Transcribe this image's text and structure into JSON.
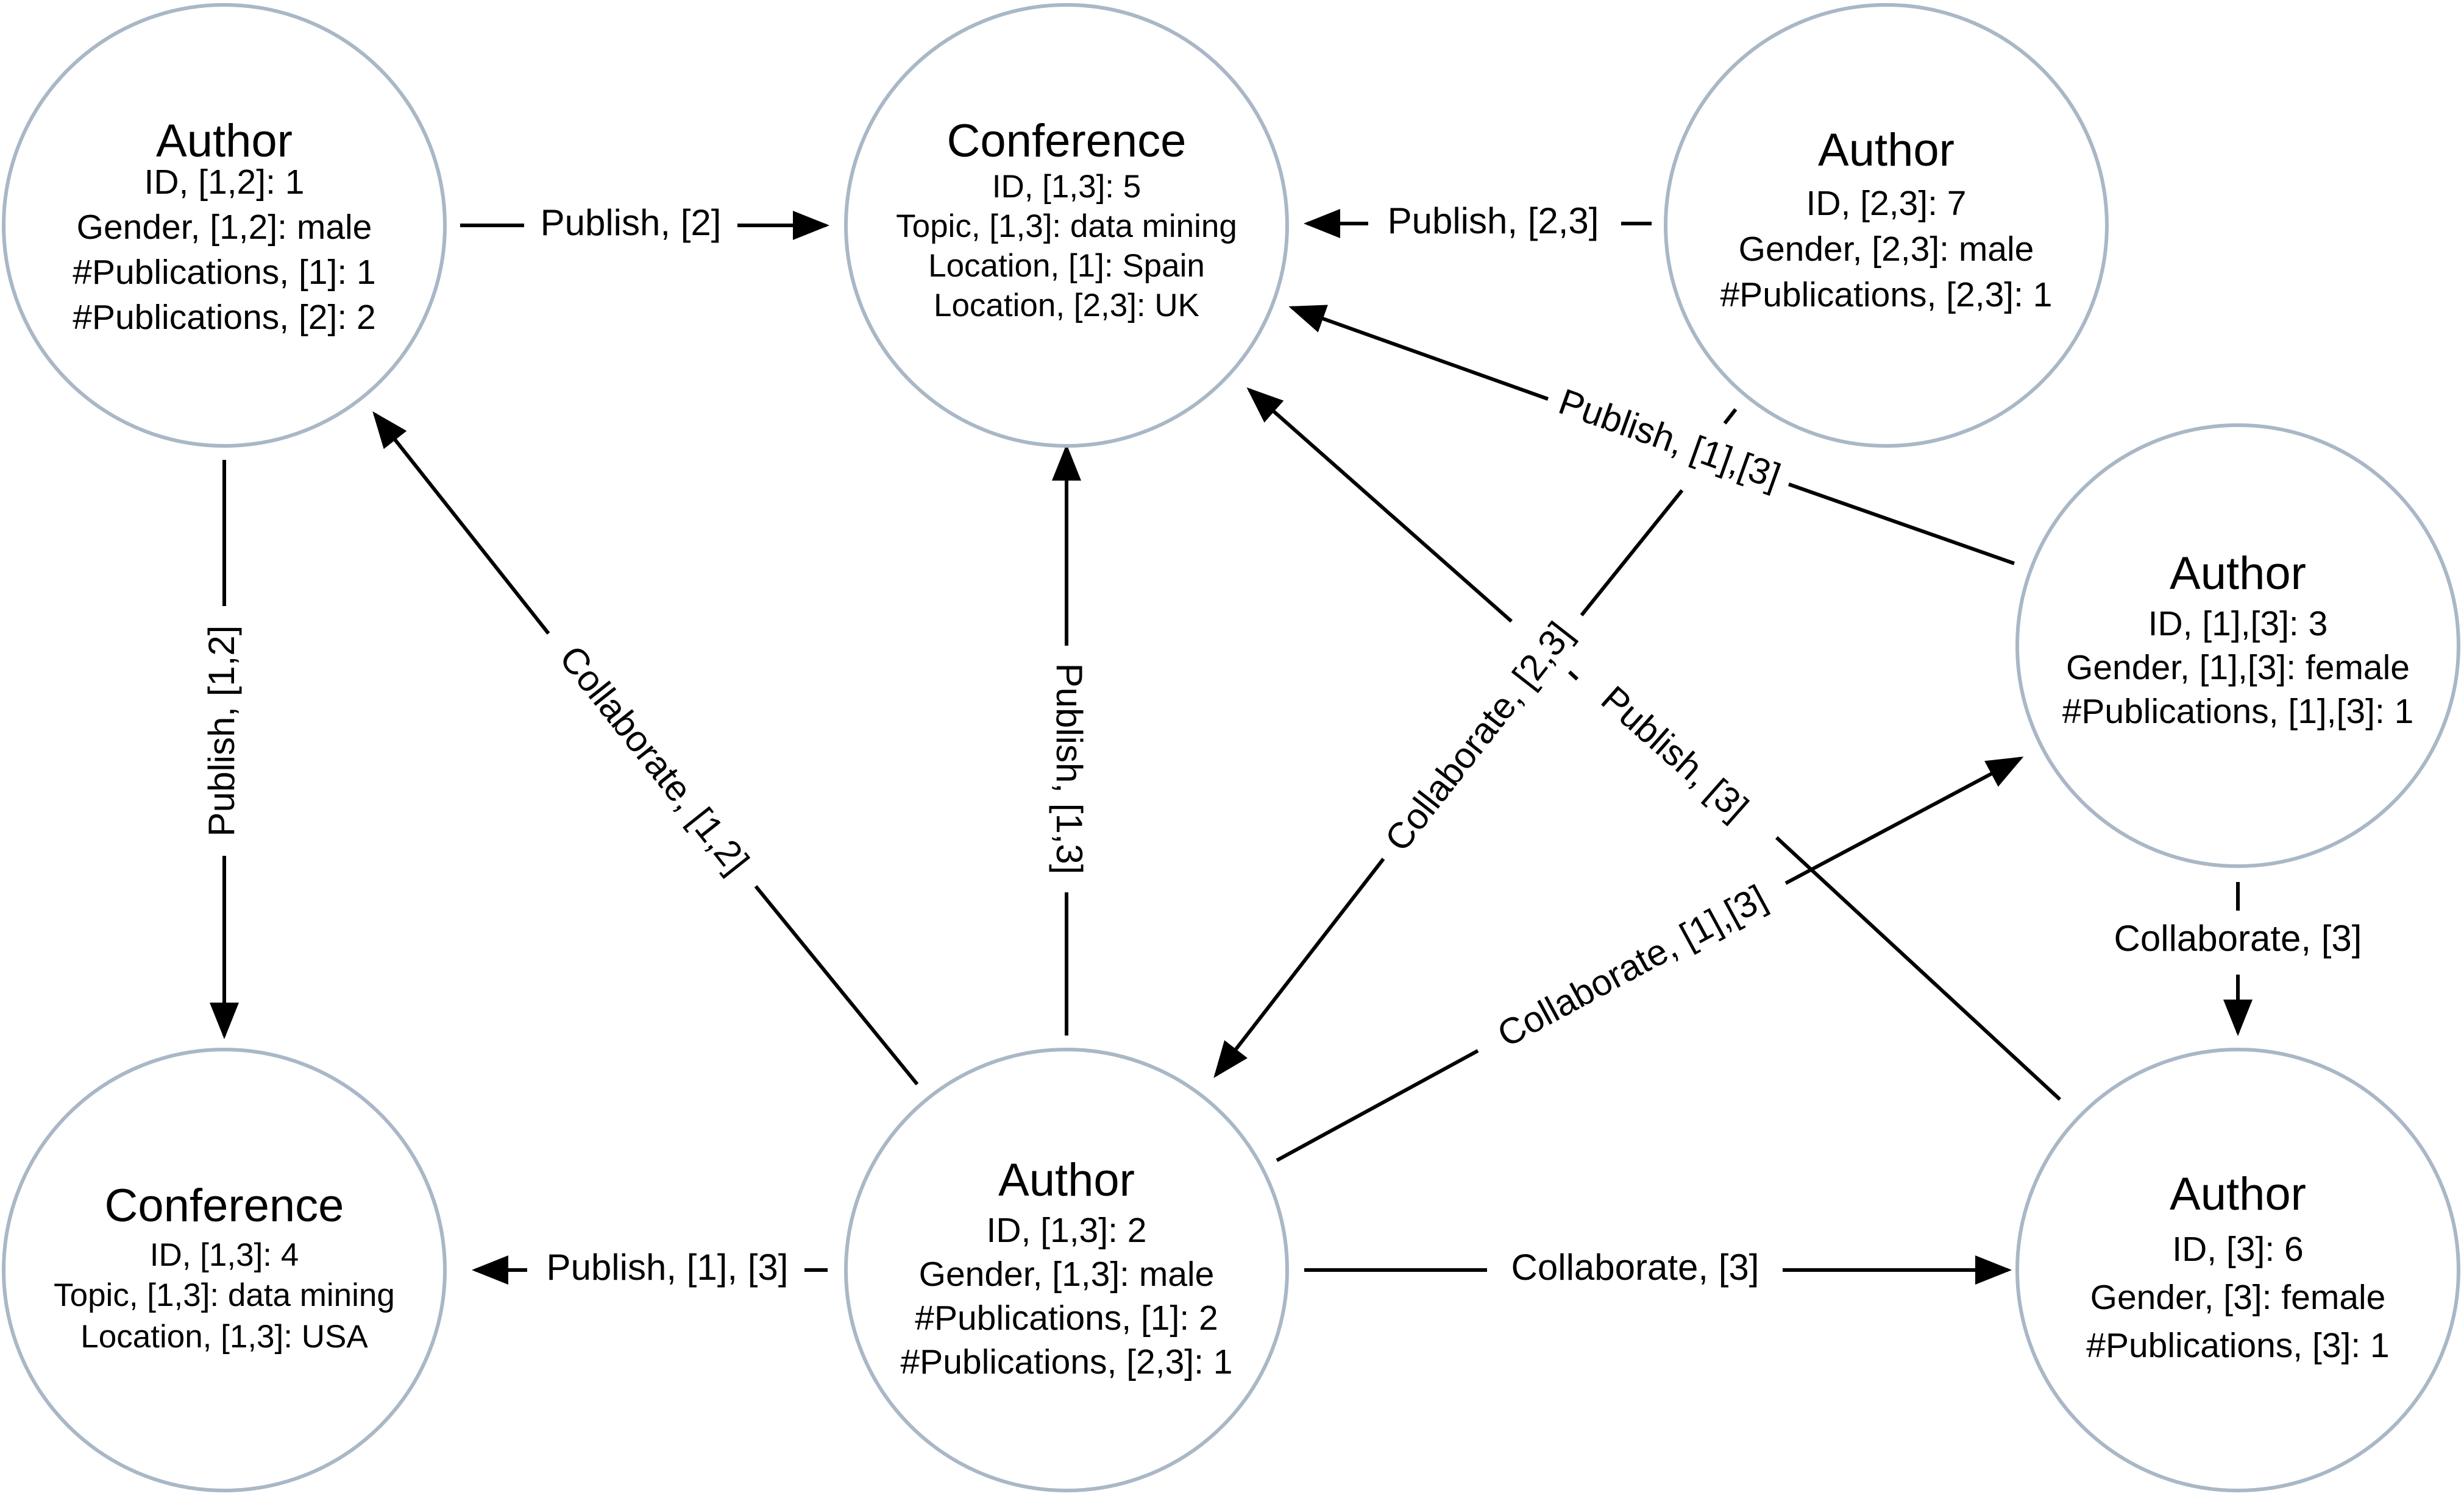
{
  "nodes": {
    "author1": {
      "title": "Author",
      "lines": [
        "ID, [1,2]: 1",
        "Gender, [1,2]: male",
        "#Publications, [1]: 1",
        "#Publications, [2]: 2"
      ]
    },
    "conference5": {
      "title": "Conference",
      "lines": [
        "ID, [1,3]: 5",
        "Topic, [1,3]: data mining",
        "Location, [1]: Spain",
        "Location, [2,3]: UK"
      ]
    },
    "author7": {
      "title": "Author",
      "lines": [
        "ID, [2,3]: 7",
        "Gender, [2,3]: male",
        "#Publications, [2,3]: 1"
      ]
    },
    "author3": {
      "title": "Author",
      "lines": [
        "ID, [1],[3]: 3",
        "Gender, [1],[3]: female",
        "#Publications, [1],[3]: 1"
      ]
    },
    "conference4": {
      "title": "Conference",
      "lines": [
        "ID, [1,3]: 4",
        "Topic, [1,3]: data mining",
        "Location, [1,3]: USA"
      ]
    },
    "author2": {
      "title": "Author",
      "lines": [
        "ID, [1,3]: 2",
        "Gender, [1,3]: male",
        "#Publications, [1]: 2",
        "#Publications, [2,3]: 1"
      ]
    },
    "author6": {
      "title": "Author",
      "lines": [
        "ID, [3]: 6",
        "Gender, [3]: female",
        "#Publications, [3]: 1"
      ]
    }
  },
  "edges": {
    "a1_c5": "Publish, [2]",
    "a7_c5": "Publish, [2,3]",
    "a3_c5": "Publish, [1],[3]",
    "a1_c4": "Publish, [1,2]",
    "a2_a1": "Collaborate, [1,2]",
    "a2_c5": "Publish, [1,3]",
    "a7_a2": "Collaborate, [2,3]",
    "a6_c5": "Publish, [3]",
    "a2_c4": "Publish, [1], [3]",
    "a2_a3": "Collaborate, [1],[3]",
    "a2_a6": "Collaborate, [3]",
    "a3_a6": "Collaborate, [3]"
  },
  "colors": {
    "node_stroke": "#a9b7c6",
    "edge": "#000000"
  }
}
